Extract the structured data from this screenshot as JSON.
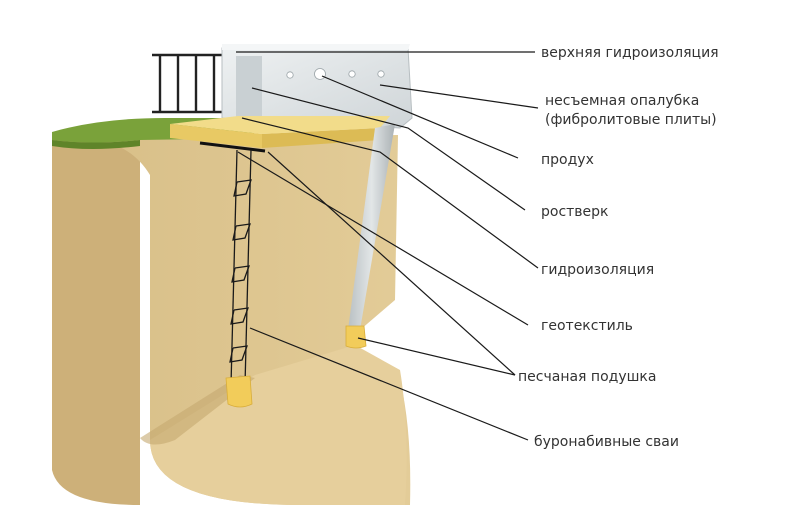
{
  "labels": {
    "top_waterproofing": "верхняя гидроизоляция",
    "formwork_line1": "несъемная опалубка",
    "formwork_line2": "(фибролитовые плиты)",
    "vent": "продух",
    "grillage": "ростверк",
    "waterproofing": "гидроизоляция",
    "geotextile": "геотекстиль",
    "sand_cushion": "песчаная подушка",
    "bored_piles": "буронабивные сваи"
  },
  "colors": {
    "soil_front": "#dcc38e",
    "soil_side": "#c7ab74",
    "soil_top": "#d1b57e",
    "grass": "#7aa23a",
    "grillage_top": "#f2dc8a",
    "grillage_front": "#e8c964",
    "concrete": "#dce1e3",
    "sand": "#f2cc5a"
  }
}
